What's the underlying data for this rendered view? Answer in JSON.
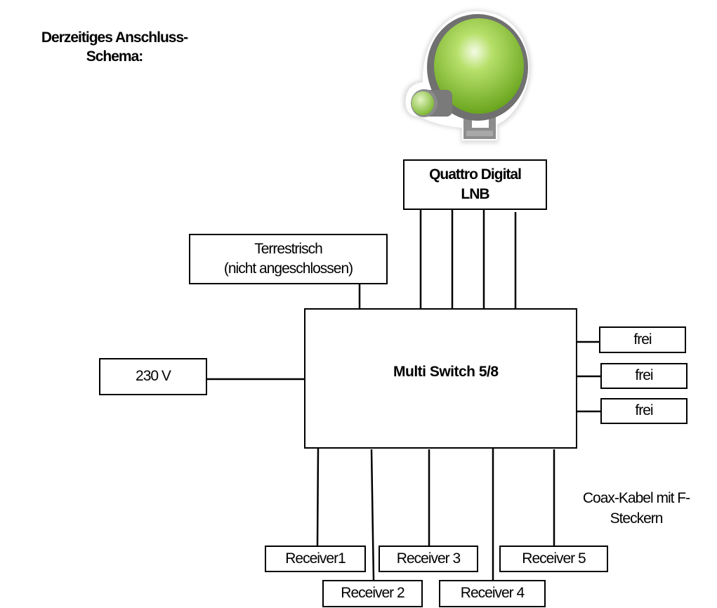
{
  "title": "Derzeitiges Anschluss-\nSchema:",
  "title_lines": [
    "Derzeitiges Anschluss-",
    "Schema:"
  ],
  "icons": {
    "satellite_dish": "satellite-dish-icon",
    "dish_color": "#8cc63f"
  },
  "lnb": {
    "lines": [
      "Quattro Digital",
      "LNB"
    ]
  },
  "terrestrial": {
    "lines": [
      "Terrestrisch",
      "(nicht angeschlossen)"
    ]
  },
  "power": {
    "label": "230 V"
  },
  "multiswitch": {
    "label": "Multi Switch 5/8"
  },
  "free_ports": [
    {
      "label": "frei"
    },
    {
      "label": "frei"
    },
    {
      "label": "frei"
    }
  ],
  "receivers": [
    {
      "label": "Receiver1"
    },
    {
      "label": "Receiver 2"
    },
    {
      "label": "Receiver 3"
    },
    {
      "label": "Receiver 4"
    },
    {
      "label": "Receiver 5"
    }
  ],
  "cable_caption": {
    "lines": [
      "Coax-Kabel mit F-",
      "Steckern"
    ]
  }
}
